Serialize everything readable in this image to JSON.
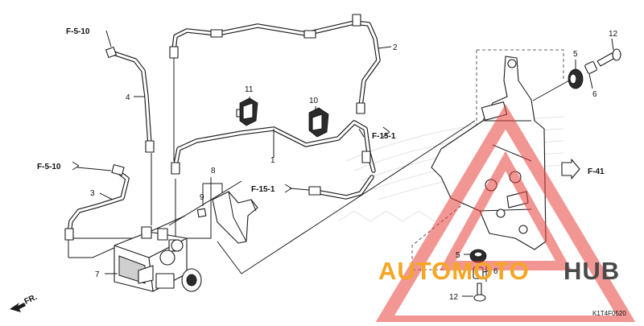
{
  "refs": {
    "f510_top": "F-5-10",
    "f510_mid": "F-5-10",
    "f151_top": "F-15-1",
    "f151_mid": "F-15-1",
    "f41": "F-41"
  },
  "callouts": {
    "p1": "1",
    "p2": "2",
    "p3": "3",
    "p4": "4",
    "p5_top": "5",
    "p5_bottom": "5",
    "p6_top": "6",
    "p6_bottom": "6",
    "p7": "7",
    "p8": "8",
    "p9": "9",
    "p10": "10",
    "p11": "11",
    "p12_top": "12",
    "p12_bottom": "12"
  },
  "front_marker": "FR.",
  "diagram_code": "K1T4F0520",
  "watermark": {
    "part_a": "AUTOMOTO",
    "part_b": "HUB",
    "color_a": "#f5a623",
    "color_b": "#4a4a4a",
    "triangle_color": "#e8413c"
  }
}
